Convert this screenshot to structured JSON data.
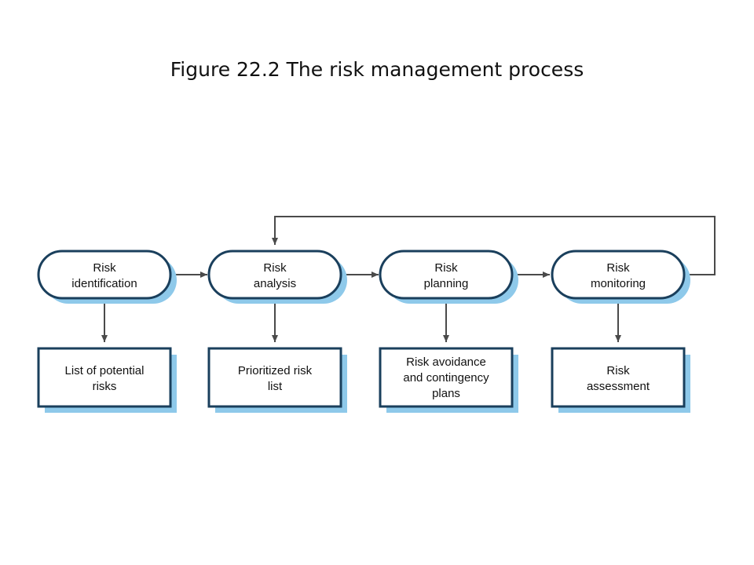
{
  "title": "Figure 22.2 The risk management process",
  "colors": {
    "shadow": "#8ec9ea",
    "border": "#1a3f5c",
    "line": "#4a4a4a",
    "fill": "#ffffff"
  },
  "process_steps": [
    {
      "line1": "Risk",
      "line2": "identification"
    },
    {
      "line1": "Risk",
      "line2": "analysis"
    },
    {
      "line1": "Risk",
      "line2": "planning"
    },
    {
      "line1": "Risk",
      "line2": "monitoring"
    }
  ],
  "outputs": [
    {
      "lines": [
        "List of potential",
        "risks"
      ]
    },
    {
      "lines": [
        "Prioritized risk",
        "list"
      ]
    },
    {
      "lines": [
        "Risk avoidance",
        "and contingency",
        "plans"
      ]
    },
    {
      "lines": [
        "Risk",
        "assessment"
      ]
    }
  ]
}
